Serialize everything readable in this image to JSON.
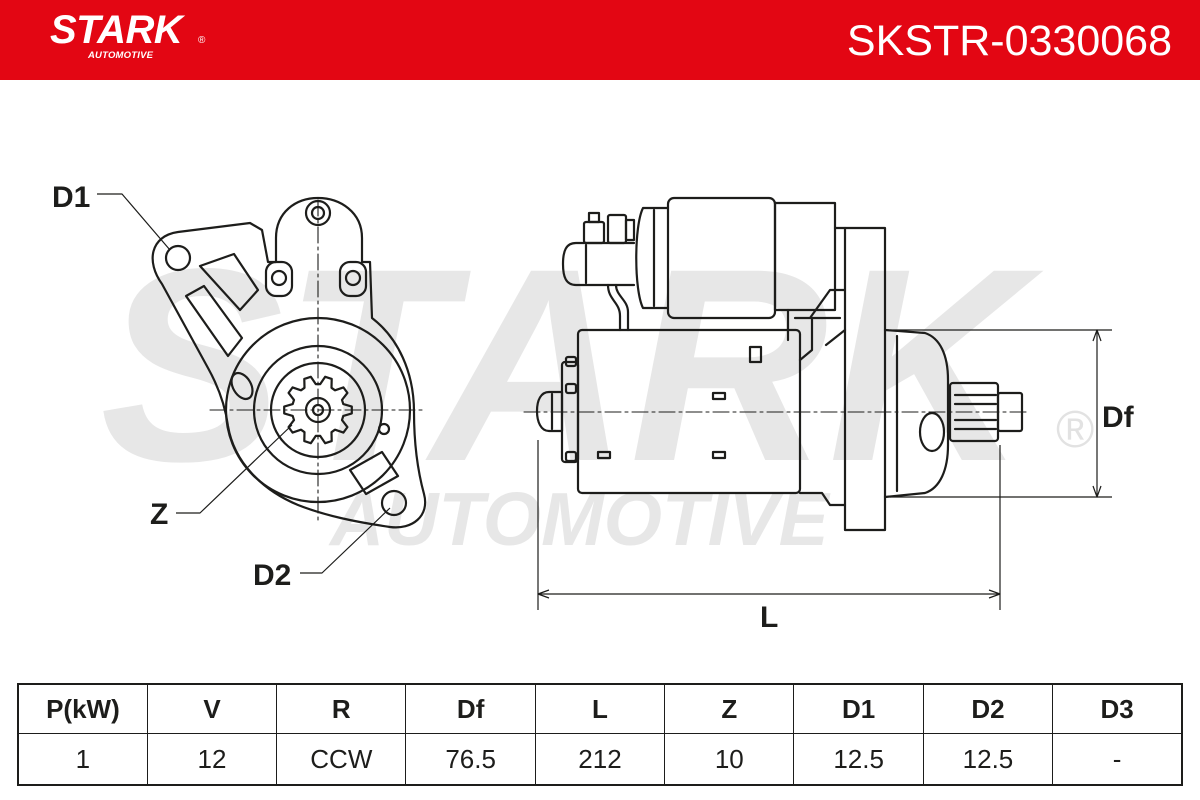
{
  "brand": {
    "logo_text": "STARK",
    "logo_subtext": "AUTOMOTIVE",
    "logo_mark": "®"
  },
  "header": {
    "part_number": "SKSTR-0330068"
  },
  "watermark": {
    "text": "STARK",
    "subtext": "AUTOMOTIVE",
    "mark": "®"
  },
  "drawing": {
    "front_view_labels": {
      "d1": "D1",
      "z": "Z",
      "d2": "D2"
    },
    "side_view_labels": {
      "df": "Df",
      "l": "L"
    }
  },
  "specs": {
    "columns": [
      "P(kW)",
      "V",
      "R",
      "Df",
      "L",
      "Z",
      "D1",
      "D2",
      "D3"
    ],
    "values": [
      "1",
      "12",
      "CCW",
      "76.5",
      "212",
      "10",
      "12.5",
      "12.5",
      "-"
    ]
  },
  "colors": {
    "header_background": "#e30613",
    "header_text": "#ffffff",
    "line": "#1d1d1b",
    "watermark": "#e7e7e7"
  }
}
